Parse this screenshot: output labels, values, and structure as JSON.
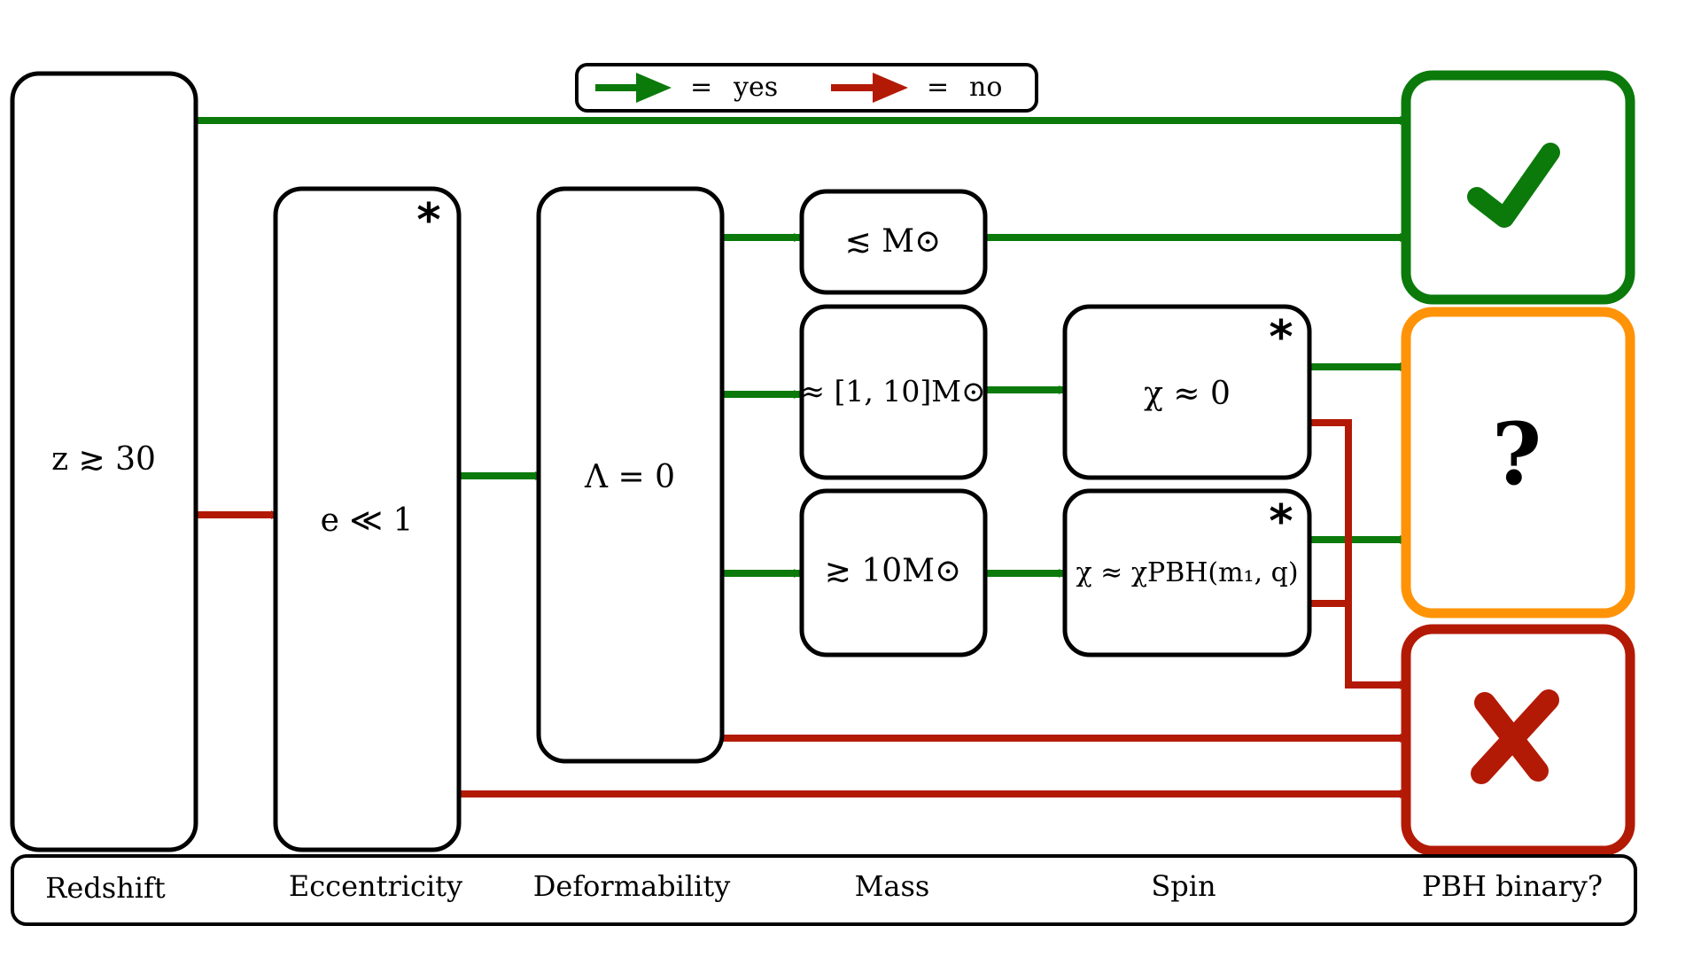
{
  "legend": {
    "yes_eq": "=",
    "yes_label": "yes",
    "no_eq": "=",
    "no_label": "no",
    "yes_color": "#0b7a0b",
    "no_color": "#b31a06"
  },
  "nodes": {
    "redshift": "z ≳ 30",
    "eccentricity": "e ≪ 1",
    "deformability": "Λ = 0",
    "mass_low": "≲ M⊙",
    "mass_mid": "≈ [1, 10]M⊙",
    "mass_high": "≳ 10M⊙",
    "spin_zero": "χ ≈ 0",
    "spin_pbh": "χ ≈ χPBH(m₁, q)",
    "asterisk": "*"
  },
  "outcomes": {
    "yes_icon": "checkmark-icon",
    "unknown_symbol": "?",
    "no_icon": "cross-icon",
    "yes_color": "#0b7a0b",
    "unknown_color": "#ff9307",
    "no_color": "#b31a06"
  },
  "categories": {
    "redshift": "Redshift",
    "eccentricity": "Eccentricity",
    "deformability": "Deformability",
    "mass": "Mass",
    "spin": "Spin",
    "pbh": "PBH binary?"
  }
}
